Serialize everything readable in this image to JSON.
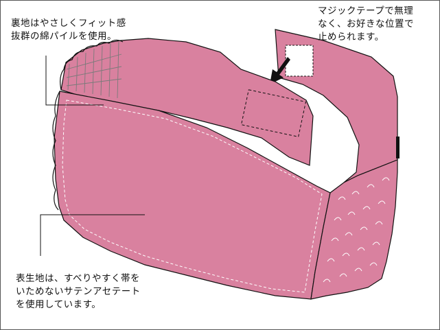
{
  "callouts": {
    "lining": {
      "lines": [
        "裏地はやさしくフィット感",
        "抜群の綿パイルを使用。"
      ]
    },
    "magic_tape": {
      "lines": [
        "マジックテープで無理",
        "なく、お好きな位置で",
        "止められます。"
      ]
    },
    "surface": {
      "lines": [
        "表生地は、すべりやすく帯を",
        "いためないサテンアセテート",
        "を使用しています。"
      ]
    }
  },
  "colors": {
    "fabric_pink": "#d9819f",
    "stitch": "#ffffff",
    "outline": "#111111"
  }
}
